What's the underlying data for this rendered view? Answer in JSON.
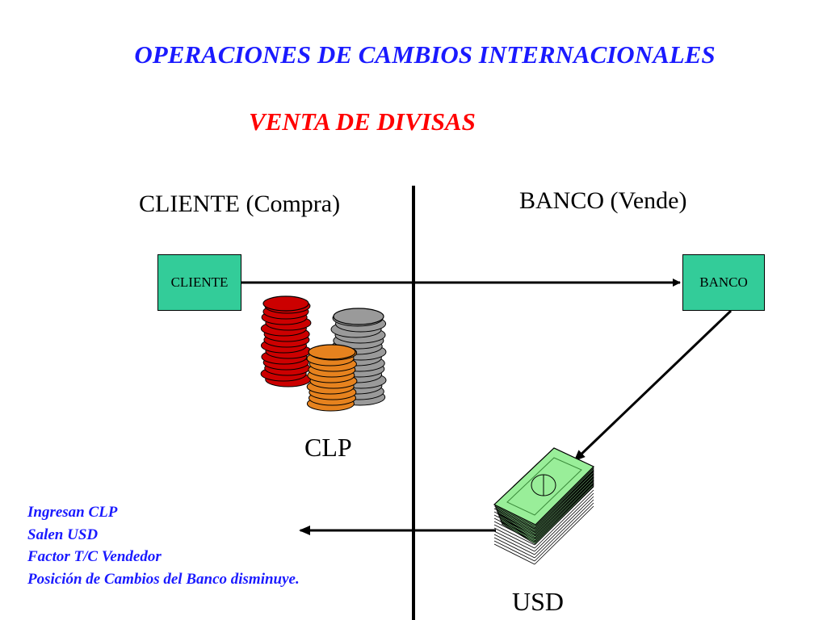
{
  "title": "OPERACIONES DE CAMBIOS INTERNACIONALES",
  "subtitle": "VENTA DE DIVISAS",
  "left_heading": "CLIENTE (Compra)",
  "right_heading": "BANCO (Vende)",
  "nodes": {
    "cliente": "CLIENTE",
    "banco": "BANCO"
  },
  "currencies": {
    "clp": "CLP",
    "usd": "USD"
  },
  "notes": [
    "Ingresan CLP",
    "Salen USD",
    "Factor T/C Vendedor",
    "Posición de Cambios del Banco disminuye."
  ],
  "colors": {
    "title": "#1a1aff",
    "subtitle": "#ff0000",
    "box": "#33cc99",
    "notes": "#1a1aff",
    "coin_red": "#cc0000",
    "coin_gray": "#9a9a9a",
    "coin_orange": "#e6821e",
    "bill_green": "#99ee99"
  },
  "icons": [
    "coin-stacks-icon",
    "banknote-stack-icon"
  ]
}
